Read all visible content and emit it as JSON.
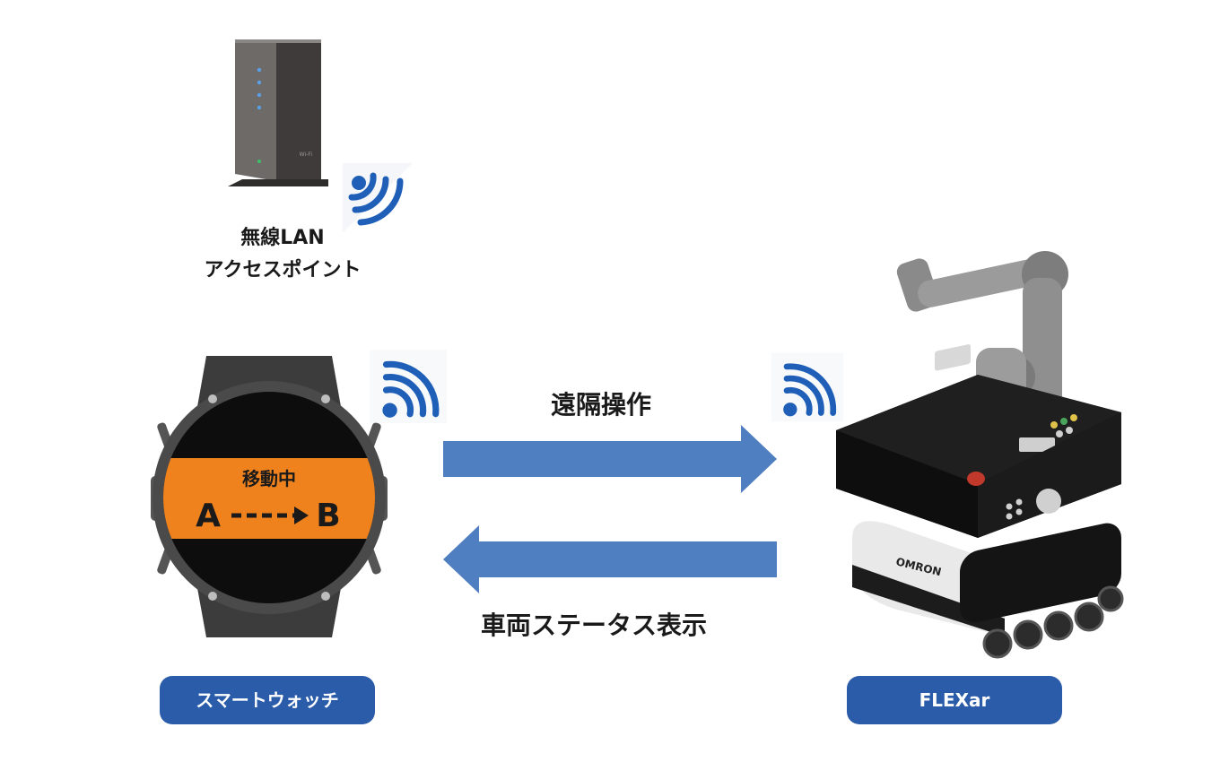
{
  "access_point": {
    "label_line1": "無線LAN",
    "label_line2": "アクセスポイント",
    "device_text": "Wi-Fi"
  },
  "watch": {
    "status_text": "移動中",
    "route_from": "A",
    "route_to": "B",
    "caption": "スマートウォッチ"
  },
  "arrows": {
    "forward_label": "遠隔操作",
    "backward_label": "車両ステータス表示"
  },
  "robot": {
    "caption": "FLEXar",
    "brand_text": "OMRON"
  },
  "colors": {
    "arrow": "#4f7fc0",
    "pill": "#2a5caa",
    "wifi": "#1f5fb8",
    "watch_band": "#f0821e"
  }
}
